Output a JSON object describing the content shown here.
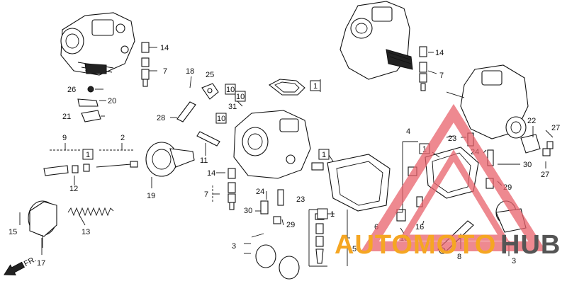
{
  "callouts": [
    "14",
    "7",
    "18",
    "25",
    "10",
    "10",
    "31",
    "10",
    "1",
    "26",
    "20",
    "21",
    "28",
    "9",
    "2",
    "1",
    "12",
    "19",
    "11",
    "14",
    "7",
    "24",
    "23",
    "1",
    "13",
    "15",
    "17",
    "30",
    "29",
    "1",
    "5",
    "3",
    "6",
    "4",
    "23",
    "24",
    "1",
    "30",
    "29",
    "16",
    "16",
    "8",
    "14",
    "7",
    "22",
    "27",
    "27",
    "3"
  ],
  "watermark": {
    "text_orange": "AUTOMOTO",
    "text_gray": "HUB",
    "color_orange": "#f5a623",
    "color_gray": "#555555",
    "triangle_color": "#e8616b"
  },
  "orientation": {
    "label": "FR."
  }
}
